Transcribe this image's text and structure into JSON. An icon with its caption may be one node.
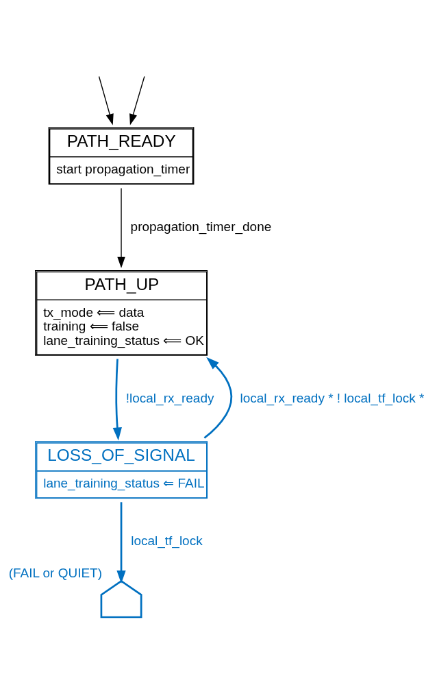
{
  "diagram": {
    "nodes": [
      {
        "text": [
          "PATH_READY",
          "start propagation_timer"
        ]
      },
      {
        "text": [
          "PATH_UP",
          "tx_mode ⟸ data",
          "training ⟸ false",
          "lane_training_status ⟸ OK"
        ]
      },
      {
        "text": [
          "LOSS_OF_SIGNAL",
          "lane_training_status ⇐ FAIL"
        ]
      },
      {
        "text": [],
        "shape": "house",
        "beside": [
          "(FAIL or QUIET)"
        ]
      }
    ],
    "edges": [
      {
        "from": null,
        "to": 0,
        "arrow": "to"
      },
      {
        "from": null,
        "to": 0,
        "arrow": "to"
      },
      {
        "from": 0,
        "to": 1,
        "arrow": "to",
        "label": "propagation_timer_done"
      },
      {
        "from": 1,
        "to": 2,
        "arrow": "to",
        "label": "!local_rx_ready",
        "color": "#0070c0"
      },
      {
        "from": 2,
        "to": 1,
        "arrow": "to",
        "label": "local_rx_ready * ! local_tf_lock *",
        "color": "#0070c0"
      },
      {
        "from": 2,
        "to": 3,
        "arrow": "to",
        "label": "local_tf_lock",
        "color": "#0070c0"
      }
    ]
  }
}
